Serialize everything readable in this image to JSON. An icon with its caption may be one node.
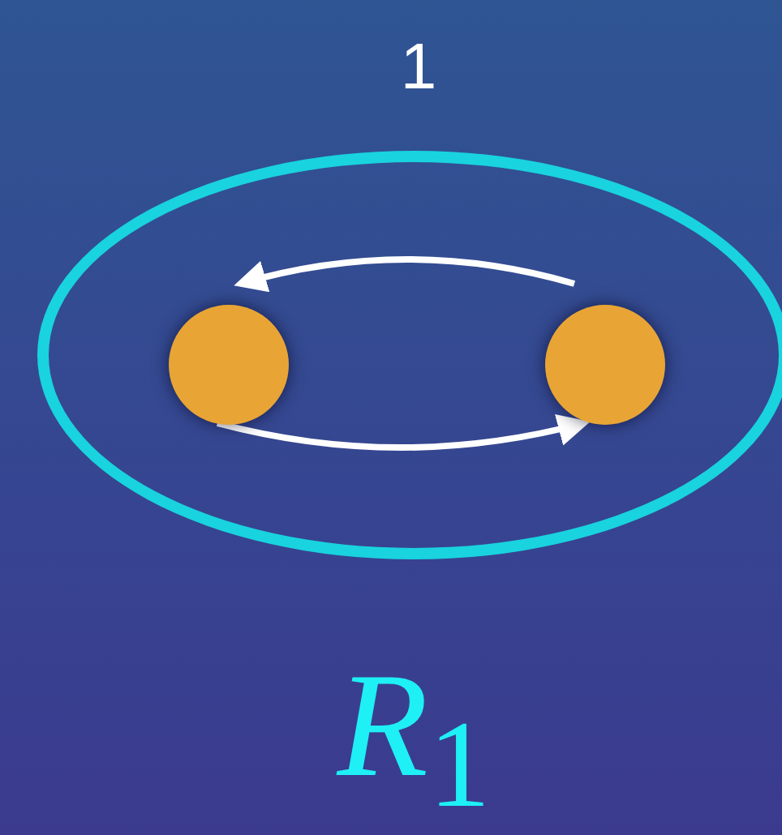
{
  "diagram": {
    "nodes": [
      {
        "text": [],
        "shape": "ellipse"
      },
      {
        "text": [],
        "shape": "circle",
        "in": 0
      },
      {
        "text": [],
        "shape": "circle",
        "in": 0
      }
    ],
    "edges": [
      {
        "from": 2,
        "to": 1,
        "arrow": "to"
      },
      {
        "from": 1,
        "to": 2,
        "arrow": "to"
      }
    ],
    "labels": [
      "1",
      "*R*$_{1}$"
    ]
  }
}
